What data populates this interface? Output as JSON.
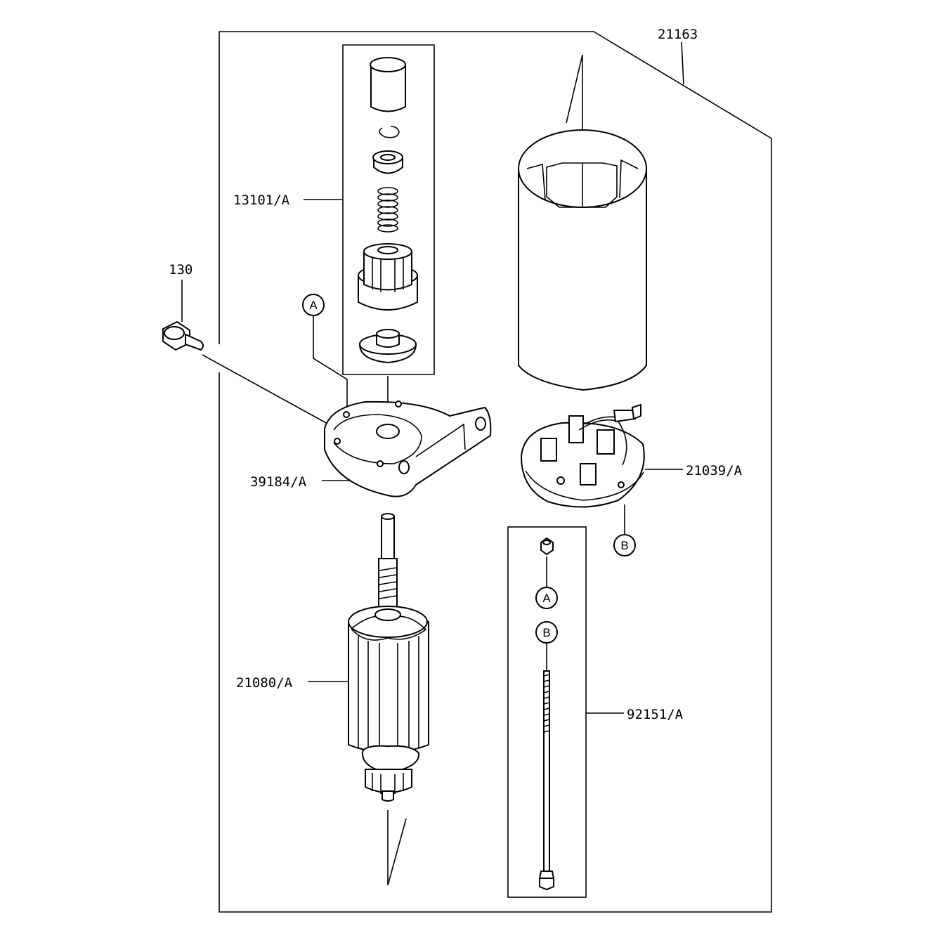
{
  "labels": {
    "assembly": "21163",
    "pinion_kit": "13101/A",
    "bolt": "130",
    "front_bracket": "39184/A",
    "armature": "21080/A",
    "brush_holder": "21039/A",
    "through_bolt_kit": "92151/A"
  },
  "markers": {
    "a_bracket": "A",
    "b_brush": "B",
    "a_bolt": "A",
    "b_bolt": "B"
  }
}
